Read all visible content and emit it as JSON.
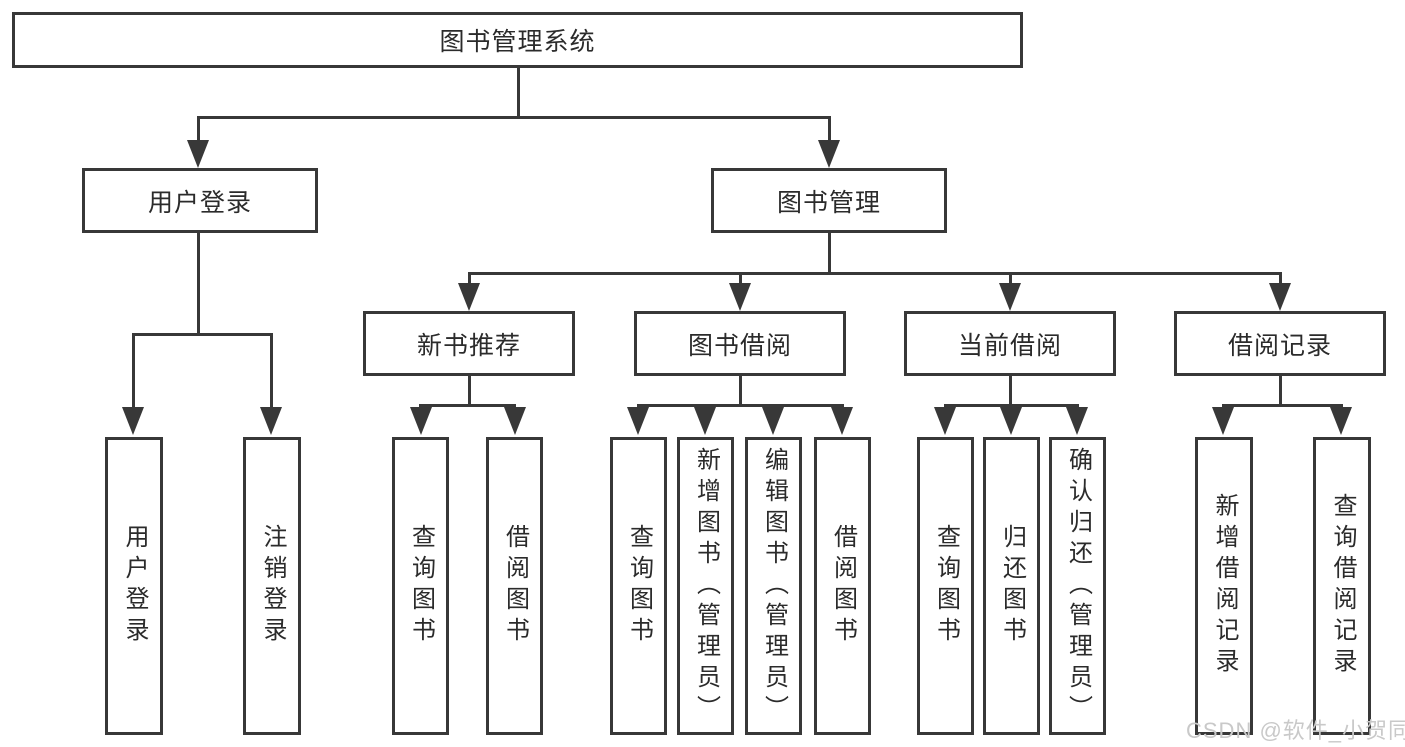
{
  "tree": {
    "root": "图书管理系统",
    "level2": [
      {
        "label": "用户登录",
        "children": [
          {
            "label": "用户登录"
          },
          {
            "label": "注销登录"
          }
        ]
      },
      {
        "label": "图书管理",
        "children": [
          {
            "label": "新书推荐",
            "children": [
              {
                "label": "查询图书"
              },
              {
                "label": "借阅图书"
              }
            ]
          },
          {
            "label": "图书借阅",
            "children": [
              {
                "label": "查询图书"
              },
              {
                "label": "新增图书（管理员）"
              },
              {
                "label": "编辑图书（管理员）"
              },
              {
                "label": "借阅图书"
              }
            ]
          },
          {
            "label": "当前借阅",
            "children": [
              {
                "label": "查询图书"
              },
              {
                "label": "归还图书"
              },
              {
                "label": "确认归还（管理员）"
              }
            ]
          },
          {
            "label": "借阅记录",
            "children": [
              {
                "label": "新增借阅记录"
              },
              {
                "label": "查询借阅记录"
              }
            ]
          }
        ]
      }
    ]
  },
  "watermark": {
    "text": "CSDN @软件_小贺同学"
  },
  "colors": {
    "line": "#383838",
    "text": "#2b2b2b",
    "watermark": "#c9c9c9"
  }
}
